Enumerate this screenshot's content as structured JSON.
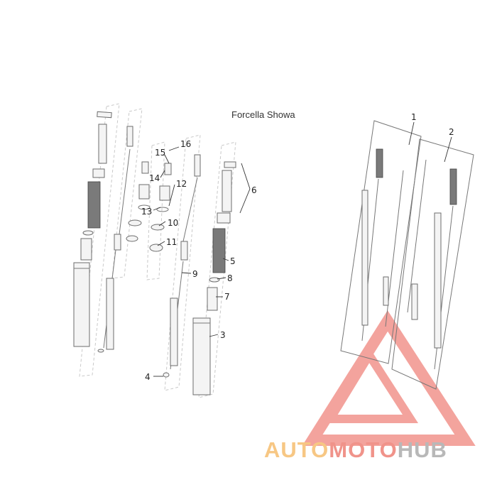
{
  "title": "Forcella Showa",
  "callouts": [
    "1",
    "2",
    "3",
    "4",
    "5",
    "6",
    "7",
    "8",
    "9",
    "10",
    "11",
    "12",
    "13",
    "14",
    "15",
    "16"
  ],
  "watermark": {
    "part1": "AUTO",
    "part2": "MOTO",
    "part3": "HUB"
  },
  "colors": {
    "watermark_red": "#f08a82",
    "watermark_orange": "#f7c784",
    "watermark_grey": "#b8b8b8"
  }
}
